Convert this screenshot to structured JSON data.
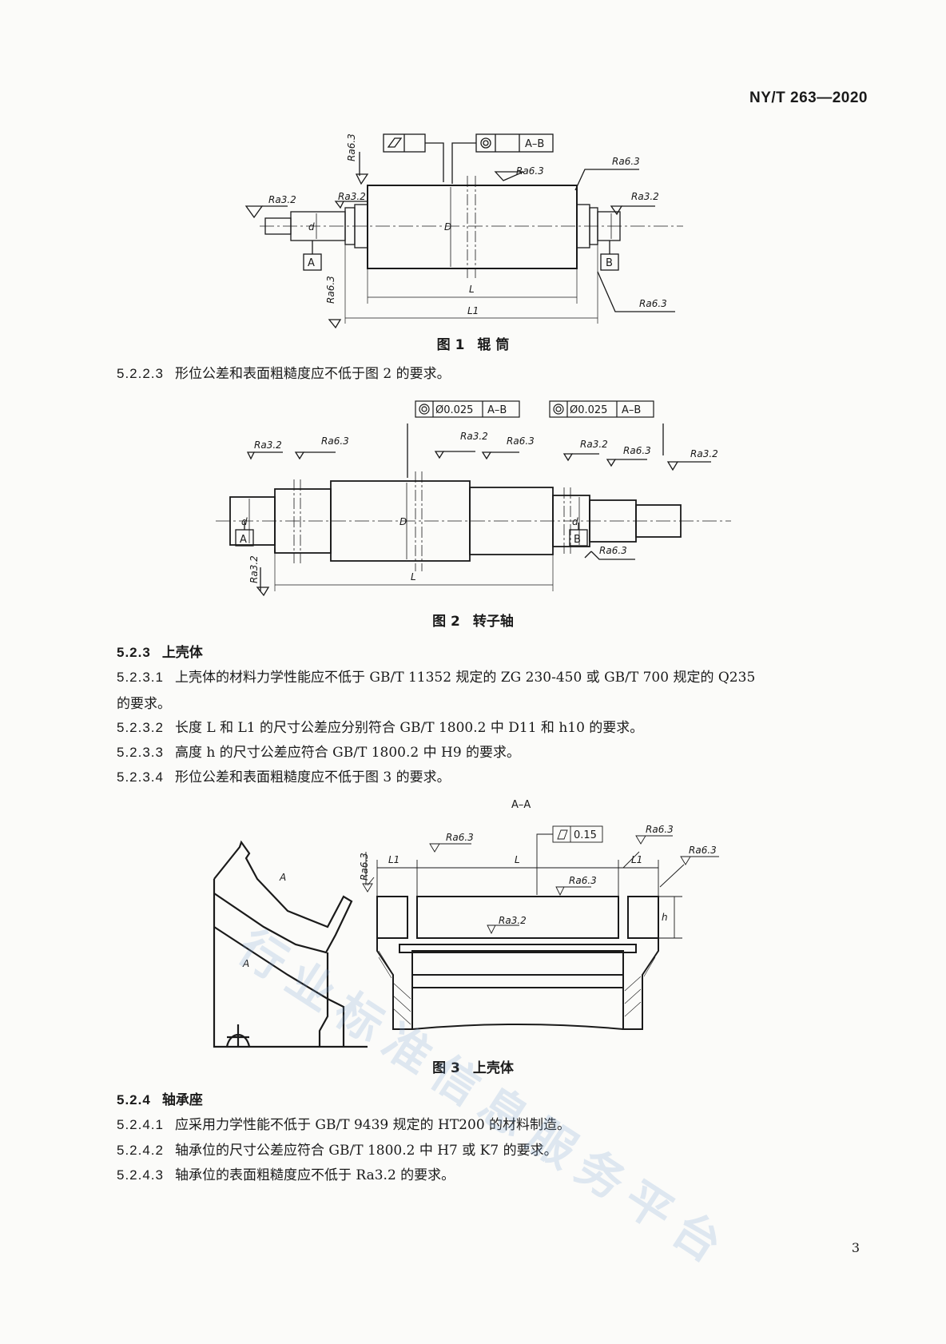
{
  "header": {
    "standard_no": "NY/T 263—2020"
  },
  "fig1": {
    "caption_no": "图 1",
    "caption_title": "辊 筒",
    "labels": {
      "ra63": "Ra6.3",
      "ra32": "Ra3.2",
      "datum_a": "A",
      "datum_b": "B",
      "ref_ab": "A–B",
      "dim_d": "d",
      "dim_D": "D",
      "dim_L": "L",
      "dim_L1": "L1"
    }
  },
  "p5223": {
    "num": "5.2.2.3",
    "text": "形位公差和表面粗糙度应不低于图 2 的要求。"
  },
  "fig2": {
    "caption_no": "图 2",
    "caption_title": "转子轴",
    "labels": {
      "tol": "Ø0.025",
      "ref_ab": "A–B",
      "ra32": "Ra3.2",
      "ra63": "Ra6.3",
      "datum_a": "A",
      "datum_b": "B",
      "dim_d": "d",
      "dim_D": "D",
      "dim_L": "L"
    }
  },
  "s523": {
    "num": "5.2.3",
    "title": "上壳体"
  },
  "p5231": {
    "num": "5.2.3.1",
    "text": "上壳体的材料力学性能应不低于 GB/T 11352 规定的 ZG 230-450 或 GB/T 700 规定的 Q235",
    "cont": "的要求。"
  },
  "p5232": {
    "num": "5.2.3.2",
    "text": "长度 L 和 L1 的尺寸公差应分别符合 GB/T 1800.2 中 D11 和 h10 的要求。"
  },
  "p5233": {
    "num": "5.2.3.3",
    "text": "高度 h 的尺寸公差应符合 GB/T 1800.2 中 H9 的要求。"
  },
  "p5234": {
    "num": "5.2.3.4",
    "text": "形位公差和表面粗糙度应不低于图 3 的要求。"
  },
  "fig3": {
    "caption_no": "图 3",
    "caption_title": "上壳体",
    "labels": {
      "section": "A–A",
      "flat": "0.15",
      "ra63": "Ra6.3",
      "ra32": "Ra3.2",
      "dim_L": "L",
      "dim_L1": "L1",
      "dim_h": "h",
      "cut_a": "A"
    }
  },
  "s524": {
    "num": "5.2.4",
    "title": "轴承座"
  },
  "p5241": {
    "num": "5.2.4.1",
    "text": "应采用力学性能不低于 GB/T 9439 规定的 HT200 的材料制造。"
  },
  "p5242": {
    "num": "5.2.4.2",
    "text": "轴承位的尺寸公差应符合 GB/T 1800.2 中 H7 或 K7 的要求。"
  },
  "p5243": {
    "num": "5.2.4.3",
    "text": "轴承位的表面粗糙度应不低于 Ra3.2 的要求。"
  },
  "page_number": "3",
  "watermark": "行业标准信息服务平台"
}
